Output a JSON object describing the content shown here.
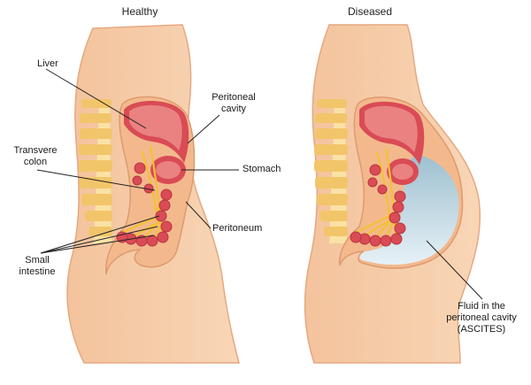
{
  "panels": {
    "healthy": "Healthy",
    "diseased": "Diseased"
  },
  "labels": {
    "liver": "Liver",
    "peritoneal_cavity_1": "Peritoneal",
    "peritoneal_cavity_2": "cavity",
    "transverse_colon_1": "Transvere",
    "transverse_colon_2": "colon",
    "stomach": "Stomach",
    "peritoneum": "Peritoneum",
    "small_intestine_1": "Small",
    "small_intestine_2": "intestine",
    "fluid_1": "Fluid in the",
    "fluid_2": "peritoneal cavity",
    "fluid_3": "(ASCITES)"
  },
  "colors": {
    "skin": "#f6cda9",
    "skin_outline": "#e6a880",
    "spine": "#f2c56a",
    "spine_light": "#fae2a4",
    "organ_red": "#d94b55",
    "organ_inner": "#e98280",
    "mesentery": "#f3c232",
    "fluid": "#b9d4e0",
    "leader": "#222222"
  }
}
